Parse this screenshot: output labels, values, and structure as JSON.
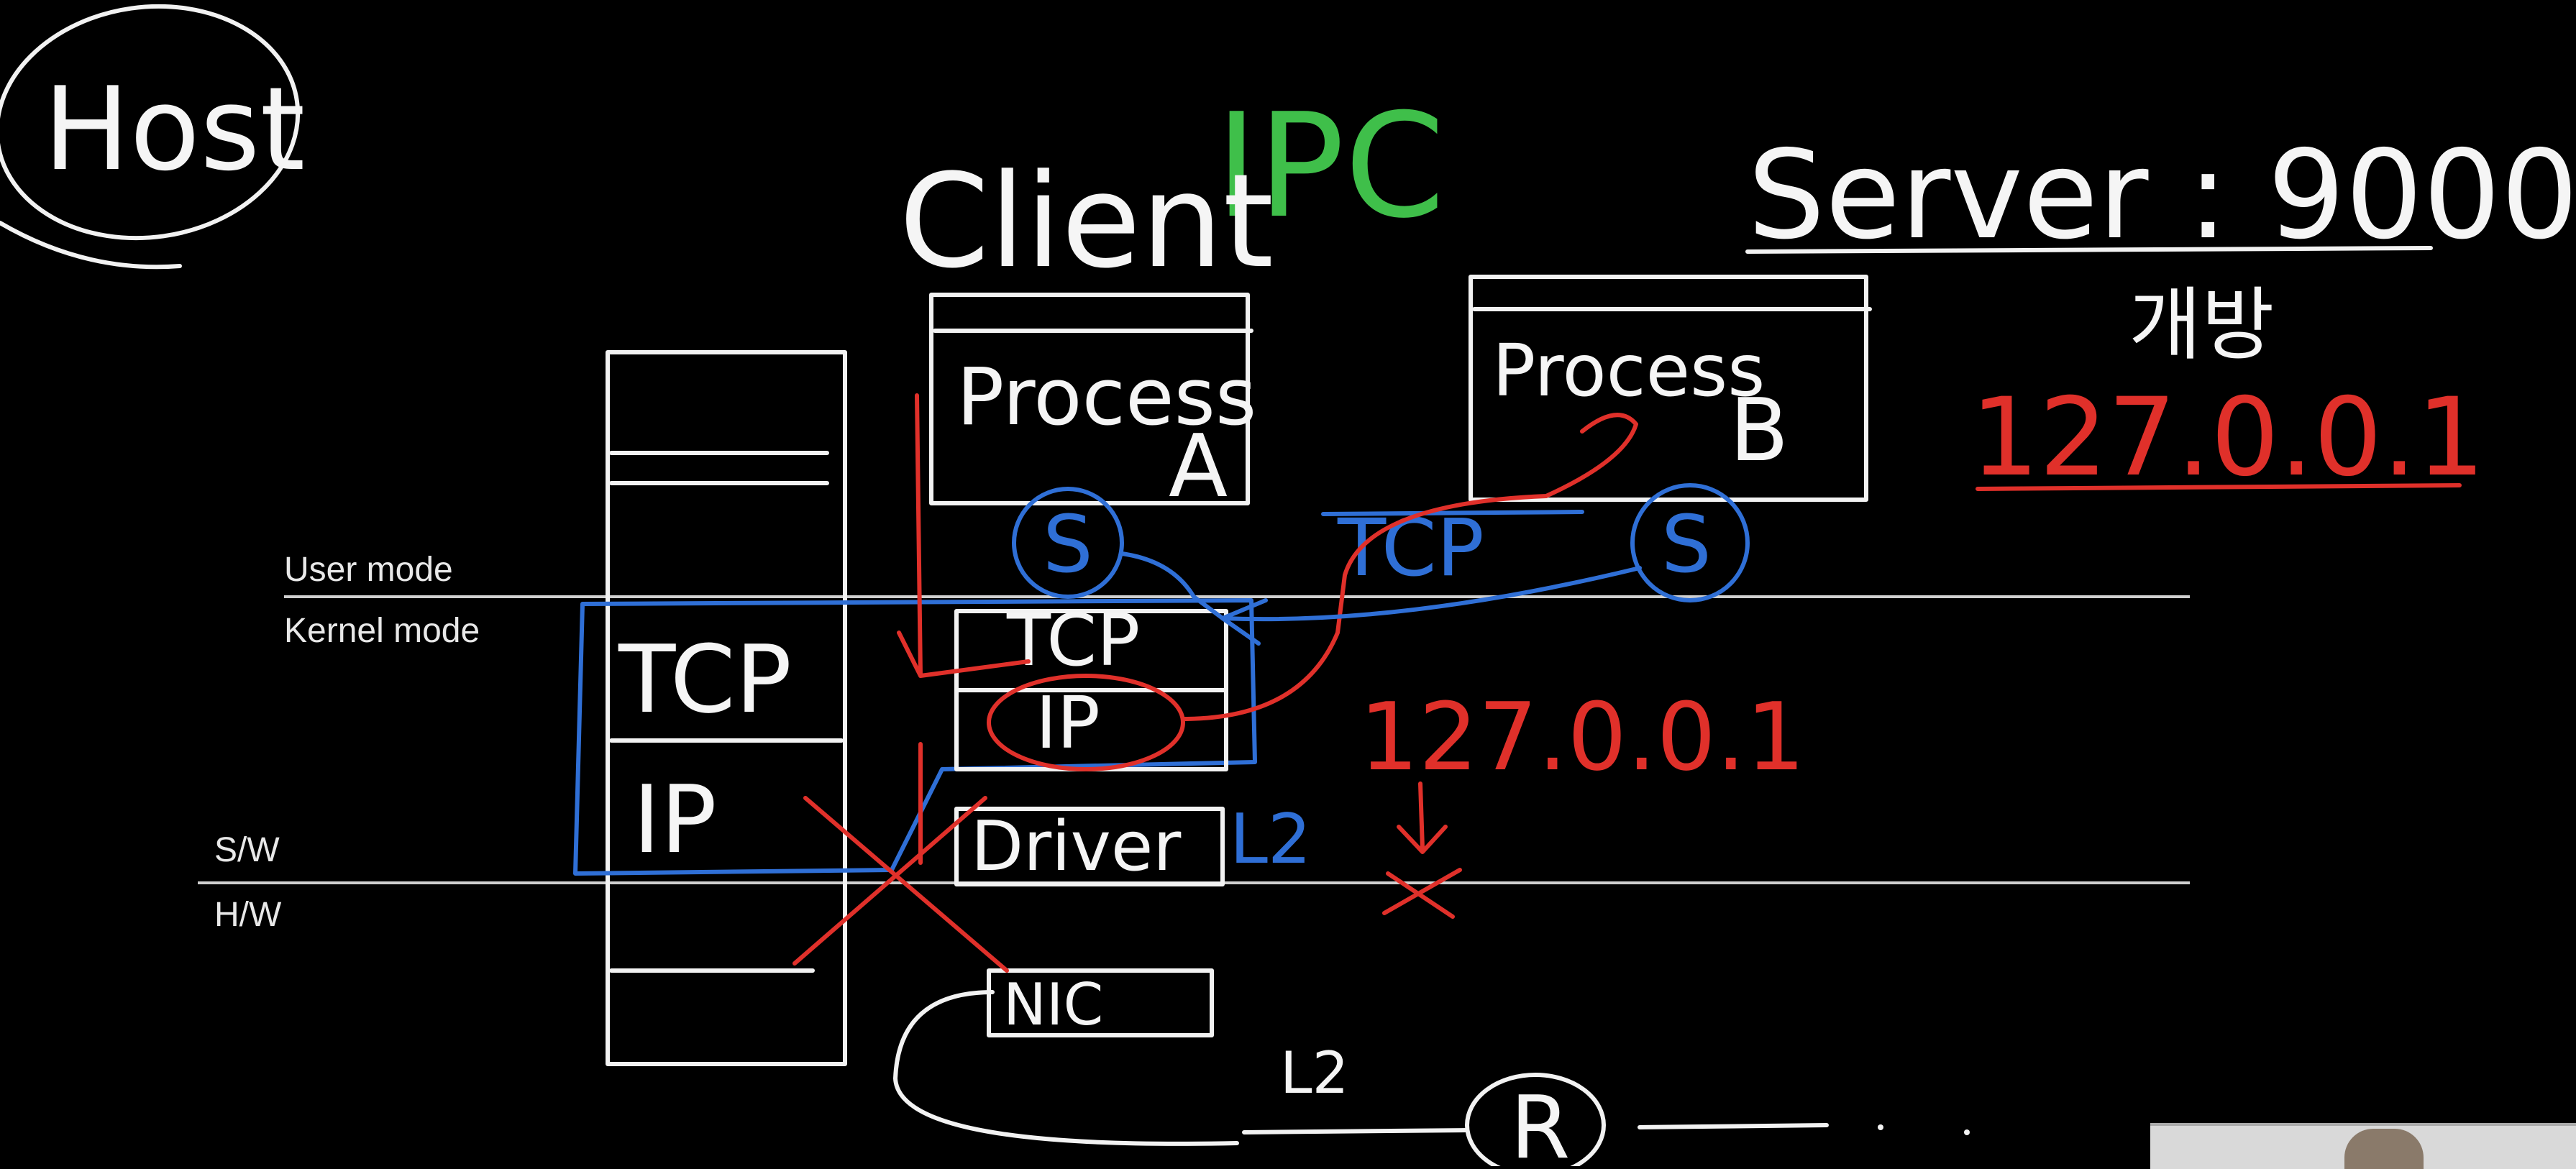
{
  "labels": {
    "host": "Host",
    "ipc": "IPC",
    "client": "Client",
    "server": "Server : 9000",
    "server_note": "개방",
    "server_ip": "127.0.0.1",
    "process_a": "Process",
    "process_a_suffix": "A",
    "process_b": "Process",
    "process_b_suffix": "B",
    "socket_a": "S",
    "socket_b": "S",
    "tcp_left": "TCP",
    "ip_left": "IP",
    "tcp_client": "TCP",
    "ip_client": "IP",
    "driver": "Driver",
    "nic": "NIC",
    "l2": "L2",
    "tcp_link": "TCP",
    "loopback_ip": "127.0.0.1",
    "router": "R",
    "l2_bottom": "L2"
  },
  "layers": {
    "user_mode": "User mode",
    "kernel_mode": "Kernel mode",
    "sw": "S/W",
    "hw": "H/W"
  },
  "colors": {
    "background": "#000000",
    "chalk": "#f2f2f2",
    "red": "#e0302a",
    "blue": "#2f6fd6",
    "green": "#3fbf4a"
  }
}
